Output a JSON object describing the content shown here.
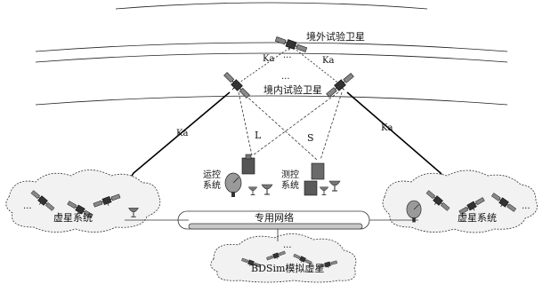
{
  "labels": {
    "foreign_satellite": "境外试验卫星",
    "domestic_satellite": "境内试验卫星",
    "ka_top_left": "Ka",
    "ka_top_right": "Ka",
    "ka_left": "Ka",
    "ka_right": "Ka",
    "band_l": "L",
    "band_s": "S",
    "ellipsis_top": "...",
    "ellipsis_mid": "...",
    "ellipsis_left": "...",
    "ellipsis_right": "...",
    "ellipsis_bottom": "...",
    "ops_control_line1": "运控",
    "ops_control_line2": "系统",
    "ttc_line1": "测控",
    "ttc_line2": "系统",
    "left_system": "虚星系统",
    "right_system": "虚星系统",
    "private_network": "专用网络",
    "bdsim": "BDSim模拟虚星"
  },
  "colors": {
    "line": "#111111",
    "cloud_fill": "#f2f2f2",
    "network_bar": "#c8c8c8"
  },
  "icons": [
    "satellite-icon",
    "dish-antenna-icon",
    "building-icon",
    "cloud-icon"
  ]
}
